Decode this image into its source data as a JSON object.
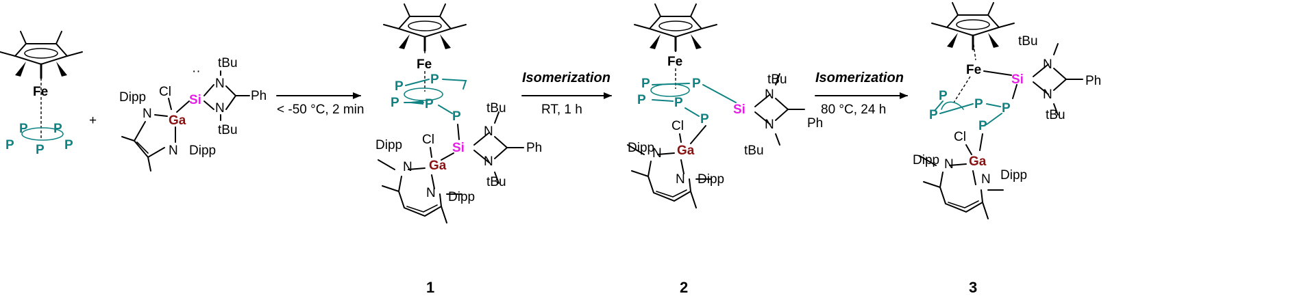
{
  "colors": {
    "phosphorus": "#0f8383",
    "silicon": "#e620e6",
    "gallium": "#8a1212",
    "text": "#000000"
  },
  "atoms": {
    "fe": "Fe",
    "p": "P",
    "si": "Si",
    "ga": "Ga",
    "n": "N",
    "cl": "Cl",
    "tbu": "tBu",
    "dipp": "Dipp",
    "ph": "Ph",
    "lone_pair": "··"
  },
  "plus": "+",
  "arrows": [
    {
      "above": "",
      "below": "< -50 °C, 2 min"
    },
    {
      "above": "Isomerization",
      "below": "RT, 1 h"
    },
    {
      "above": "Isomerization",
      "below": "80 °C, 24 h"
    }
  ],
  "compounds": [
    "1",
    "2",
    "3"
  ]
}
